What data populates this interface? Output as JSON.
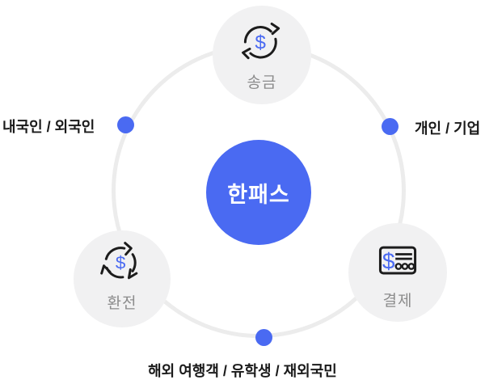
{
  "diagram": {
    "center_label": "한패스",
    "services": [
      {
        "id": "remittance",
        "label": "송금",
        "icon": "money-transfer-icon"
      },
      {
        "id": "exchange",
        "label": "환전",
        "icon": "currency-exchange-icon"
      },
      {
        "id": "payment",
        "label": "결제",
        "icon": "card-payment-icon"
      }
    ],
    "audiences": [
      {
        "position": "left",
        "label": "내국인 / 외국인"
      },
      {
        "position": "right",
        "label": "개인 / 기업"
      },
      {
        "position": "bottom",
        "label": "해외 여행객 / 유학생 / 재외국민"
      }
    ],
    "colors": {
      "brand_blue": "#4A6AF2",
      "satellite_gray": "#F1F1F2",
      "ring_gray": "#ECECEC",
      "label_gray": "#8C8C8C",
      "text_black": "#1A1A1A",
      "icon_stroke": "#1C1C1C"
    }
  }
}
